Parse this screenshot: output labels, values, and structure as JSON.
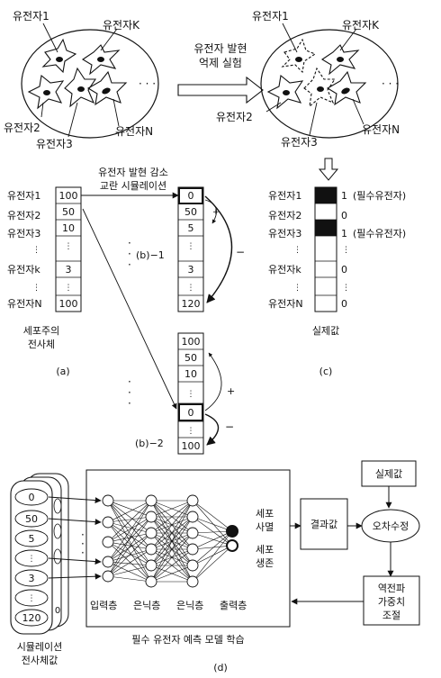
{
  "panel_top_left": {
    "genes": [
      "유전자1",
      "유전자K",
      "유전자2",
      "유전자3",
      "유전자N"
    ],
    "dots": "· · ·"
  },
  "arrow_label": [
    "유전자 발현",
    "억제 실험"
  ],
  "panel_top_right": {
    "genes": [
      "유전자1",
      "유전자K",
      "유전자2",
      "유전자3",
      "유전자N"
    ],
    "dots": "· · ·"
  },
  "panel_a": {
    "rows": [
      "유전자1",
      "유전자2",
      "유전자3",
      "유전자k",
      "유전자N"
    ],
    "values": [
      "100",
      "50",
      "10",
      "3",
      "100"
    ],
    "caption": [
      "세포주의",
      "전사체"
    ],
    "label": "(a)"
  },
  "simulation_label": [
    "유전자 발현 감소",
    "교란 시뮬레이션"
  ],
  "column_b1": {
    "values": [
      "0",
      "50",
      "5",
      "3",
      "120"
    ],
    "label": "(b)−1",
    "plus": "+",
    "minus": "−"
  },
  "column_b2": {
    "values": [
      "100",
      "50",
      "10",
      "0",
      "100"
    ],
    "label": "(b)−2",
    "plus": "+",
    "minus": "−"
  },
  "panel_c": {
    "rows": [
      "유전자1",
      "유전자2",
      "유전자3",
      "유전자k",
      "유전자N"
    ],
    "values": [
      "1",
      "0",
      "1",
      "0",
      "0"
    ],
    "essential_notes": [
      "(필수유전자)",
      "(필수유전자)"
    ],
    "caption": "실제값",
    "label": "(c)"
  },
  "panel_d": {
    "input_values": [
      "0",
      "50",
      "5",
      "3",
      "120"
    ],
    "back_card_value": "0",
    "input_caption": [
      "시뮬레이션",
      "전사체값"
    ],
    "layer_labels": [
      "입력층",
      "은닉층",
      "은닉층",
      "출력층"
    ],
    "outputs": [
      [
        "세포",
        "사멸"
      ],
      [
        "세포",
        "생존"
      ]
    ],
    "result_box": "결과값",
    "actual_box": "실제값",
    "error_node": "오차수정",
    "backprop_box": [
      "역전파",
      "가중치",
      "조절"
    ],
    "model_caption": "필수 유전자 예측 모델 학습",
    "label": "(d)"
  }
}
